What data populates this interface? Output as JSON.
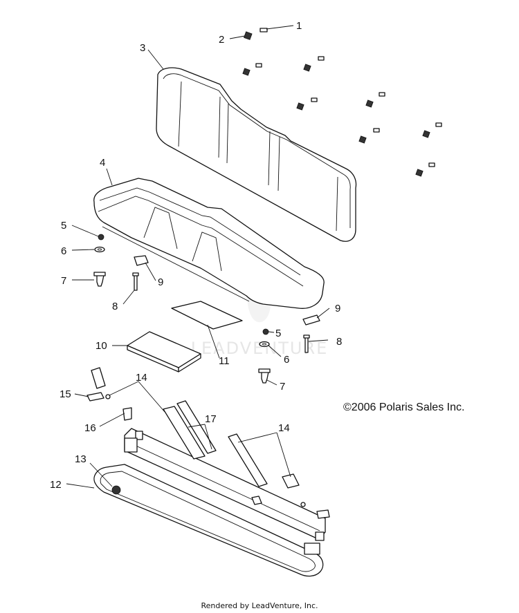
{
  "diagram": {
    "callouts": [
      {
        "id": "c1",
        "text": "1"
      },
      {
        "id": "c2",
        "text": "2"
      },
      {
        "id": "c3",
        "text": "3"
      },
      {
        "id": "c4",
        "text": "4"
      },
      {
        "id": "c5a",
        "text": "5"
      },
      {
        "id": "c6a",
        "text": "6"
      },
      {
        "id": "c7a",
        "text": "7"
      },
      {
        "id": "c8a",
        "text": "8"
      },
      {
        "id": "c9a",
        "text": "9"
      },
      {
        "id": "c9b",
        "text": "9"
      },
      {
        "id": "c5b",
        "text": "5"
      },
      {
        "id": "c8b",
        "text": "8"
      },
      {
        "id": "c6b",
        "text": "6"
      },
      {
        "id": "c10",
        "text": "10"
      },
      {
        "id": "c11",
        "text": "11"
      },
      {
        "id": "c7b",
        "text": "7"
      },
      {
        "id": "c14a",
        "text": "14"
      },
      {
        "id": "c15",
        "text": "15"
      },
      {
        "id": "c16",
        "text": "16"
      },
      {
        "id": "c17",
        "text": "17"
      },
      {
        "id": "c14b",
        "text": "14"
      },
      {
        "id": "c13",
        "text": "13"
      },
      {
        "id": "c12",
        "text": "12"
      }
    ],
    "copyright": "©2006 Polaris Sales Inc.",
    "watermark": "LEADVENTURE",
    "footer": "Rendered by LeadVenture, Inc."
  }
}
